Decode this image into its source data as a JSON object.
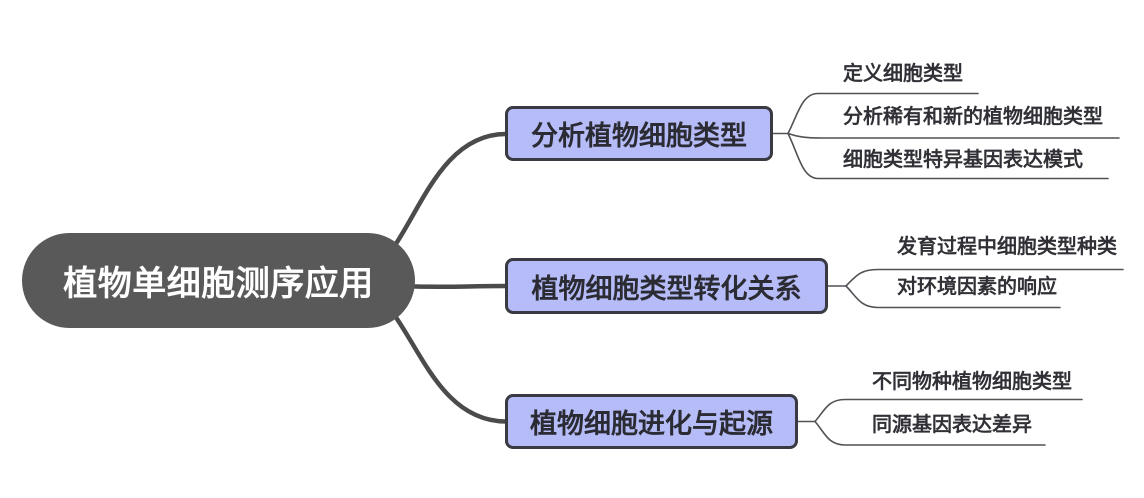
{
  "root": {
    "label": "植物单细胞测序应用"
  },
  "branches": [
    {
      "label": "分析植物细胞类型",
      "children": [
        "定义细胞类型",
        "分析稀有和新的植物细胞类型",
        "细胞类型特异基因表达模式"
      ]
    },
    {
      "label": "植物细胞类型转化关系",
      "children": [
        "发育过程中细胞类型种类",
        "对环境因素的响应"
      ]
    },
    {
      "label": "植物细胞进化与起源",
      "children": [
        "不同物种植物细胞类型",
        "同源基因表达差异"
      ]
    }
  ],
  "colors": {
    "background": "#ffffff",
    "root_fill": "#595959",
    "root_text": "#ffffff",
    "branch_fill": "#b6bcf8",
    "branch_border": "#3a3a42",
    "branch_text": "#2b2b33",
    "leaf_text": "#303036",
    "connector": "#4b4b4b",
    "leaf_line": "#515156"
  }
}
